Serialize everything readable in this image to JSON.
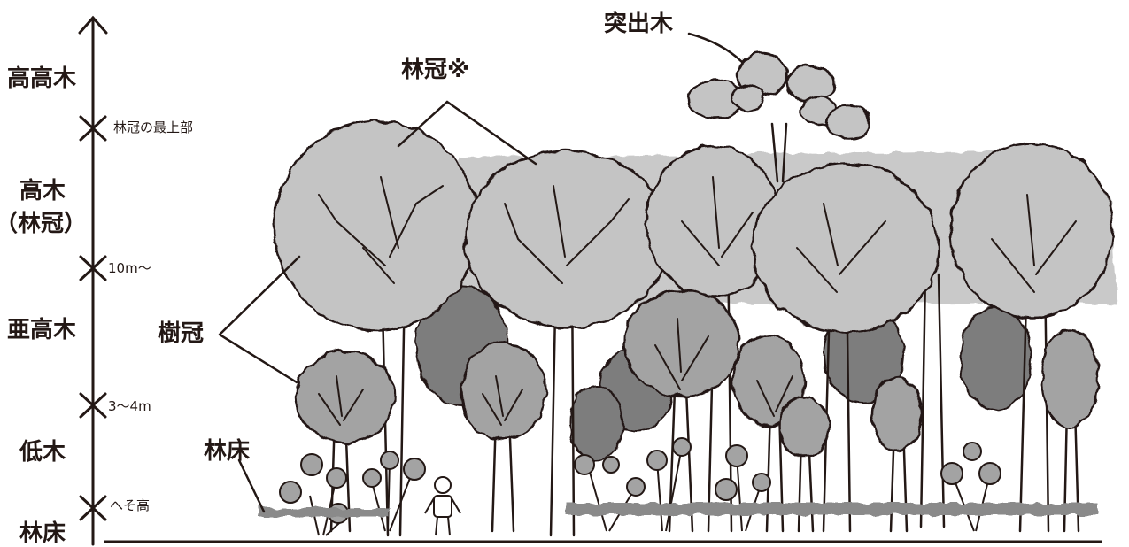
{
  "layers": {
    "emergent_layer": "高高木",
    "canopy_layer": "高木",
    "canopy_paren": "（林冠）",
    "subcanopy_layer": "亜高木",
    "shrub_layer": "低木",
    "floor_layer": "林床"
  },
  "markers": {
    "canopy_top": "林冠の最上部",
    "m10": "10m～",
    "m3_4": "3～4m",
    "navel_height": "へそ高"
  },
  "callouts": {
    "emergent_tree": "突出木",
    "canopy_note": "林冠※",
    "crown": "樹冠",
    "forest_floor": "林床"
  },
  "colors": {
    "ink": "#231815",
    "canopy_band": "#c9c9c9",
    "light_crown": "#c4c4c4",
    "mid_crown": "#a3a3a3",
    "dark_crown": "#7d7d7d",
    "background": "#ffffff"
  }
}
